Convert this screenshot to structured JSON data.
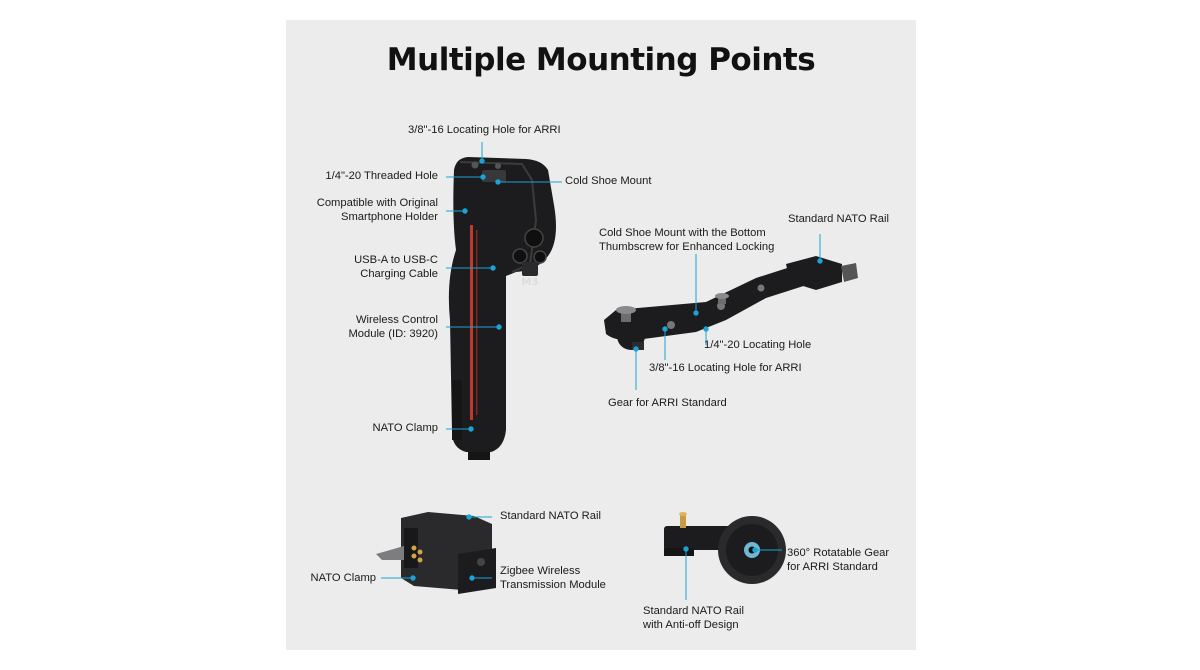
{
  "title": "Multiple Mounting Points",
  "colors": {
    "panel": "#ececec",
    "leader": "#1aa3d6",
    "product": "#1c1c1e",
    "accent": "#c0392b"
  },
  "grip": {
    "badge": "M3",
    "labels": {
      "arri_hole": "3/8\"-16 Locating Hole for ARRI",
      "threaded_hole": "1/4\"-20 Threaded Hole",
      "cold_shoe": "Cold Shoe Mount",
      "smartphone_line1": "Compatible with Original",
      "smartphone_line2": "Smartphone Holder",
      "usb_line1": "USB-A to USB-C",
      "usb_line2": "Charging Cable",
      "wireless_line1": "Wireless Control",
      "wireless_line2": "Module (ID: 3920)",
      "nato_clamp": "NATO Clamp"
    }
  },
  "arm": {
    "labels": {
      "cold_shoe_line1": "Cold Shoe Mount with the Bottom",
      "cold_shoe_line2": "Thumbscrew for Enhanced Locking",
      "nato_rail": "Standard NATO Rail",
      "quarter_hole": "1/4\"-20 Locating Hole",
      "arri_hole": "3/8\"-16 Locating Hole for ARRI",
      "gear": "Gear for ARRI Standard"
    }
  },
  "module": {
    "labels": {
      "nato_rail": "Standard NATO Rail",
      "nato_clamp": "NATO Clamp",
      "zigbee_line1": "Zigbee Wireless",
      "zigbee_line2": "Transmission Module"
    }
  },
  "rotator": {
    "labels": {
      "gear_line1": "360° Rotatable Gear",
      "gear_line2": "for ARRI Standard",
      "rail_line1": "Standard NATO Rail",
      "rail_line2": "with Anti-off Design"
    }
  }
}
